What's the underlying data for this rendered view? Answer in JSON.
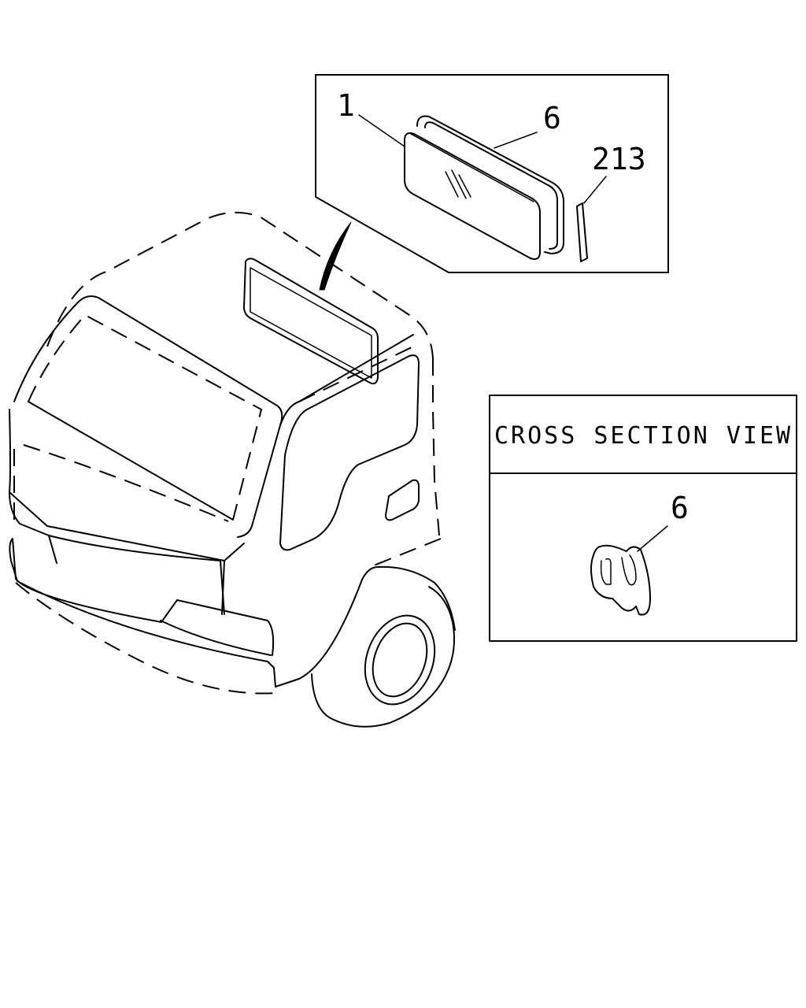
{
  "callouts": {
    "glass": "1",
    "weatherstrip": "6",
    "filler": "213",
    "section_part": "6"
  },
  "section_box": {
    "title": "CROSS SECTION VIEW"
  }
}
